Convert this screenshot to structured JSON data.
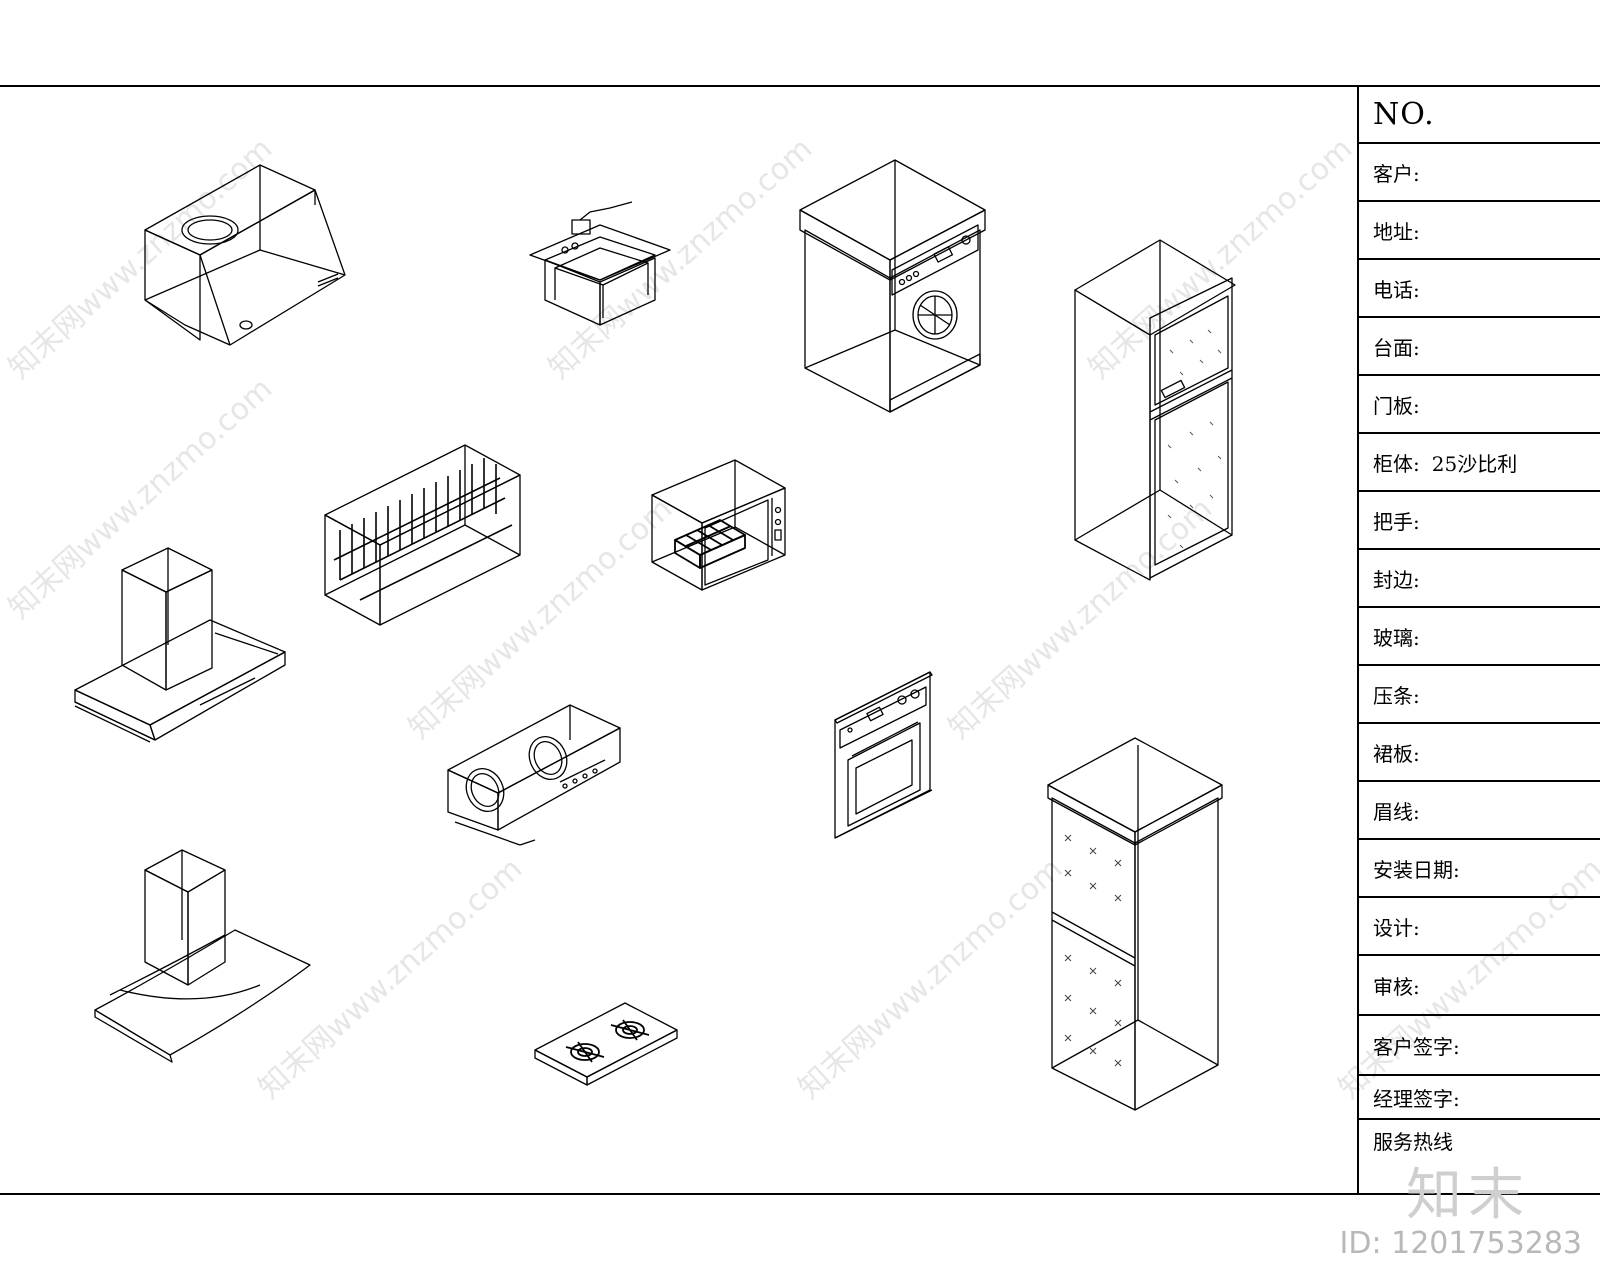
{
  "title_block": {
    "no": "NO.",
    "rows": [
      {
        "label": "客户:",
        "value": ""
      },
      {
        "label": "地址:",
        "value": ""
      },
      {
        "label": "电话:",
        "value": ""
      },
      {
        "label": "台面:",
        "value": ""
      },
      {
        "label": "门板:",
        "value": ""
      },
      {
        "label": "柜体:",
        "value": "25沙比利"
      },
      {
        "label": "把手:",
        "value": ""
      },
      {
        "label": "封边:",
        "value": ""
      },
      {
        "label": "玻璃:",
        "value": ""
      },
      {
        "label": "压条:",
        "value": ""
      },
      {
        "label": "裙板:",
        "value": ""
      },
      {
        "label": "眉线:",
        "value": ""
      },
      {
        "label": "安装日期:",
        "value": ""
      },
      {
        "label": "设计:",
        "value": ""
      },
      {
        "label": "审核:",
        "value": ""
      },
      {
        "label": "客户签字:",
        "value": ""
      },
      {
        "label": "经理签字:",
        "value": ""
      },
      {
        "label": "服务热线",
        "value": ""
      }
    ]
  },
  "watermark": {
    "logo_text": "知末",
    "id_text": "ID: 1201753283",
    "diagonal_text": "知末网www.znzmo.com"
  }
}
